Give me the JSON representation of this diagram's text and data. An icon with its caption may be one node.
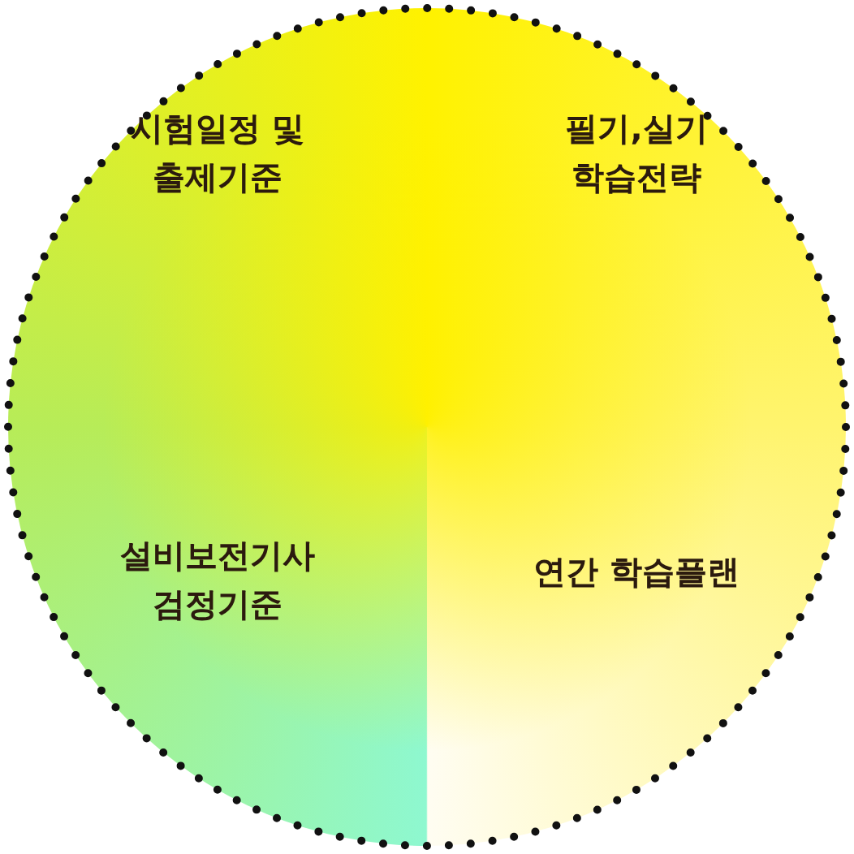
{
  "diagram": {
    "nodes": [
      {
        "text": [
          "시험일정 및 출제기준"
        ]
      },
      {
        "text": [
          "필기,실기 학습전략"
        ]
      },
      {
        "text": [
          "설비보전기사 검정기준"
        ]
      },
      {
        "text": [
          "연간 학습플랜"
        ]
      }
    ]
  }
}
